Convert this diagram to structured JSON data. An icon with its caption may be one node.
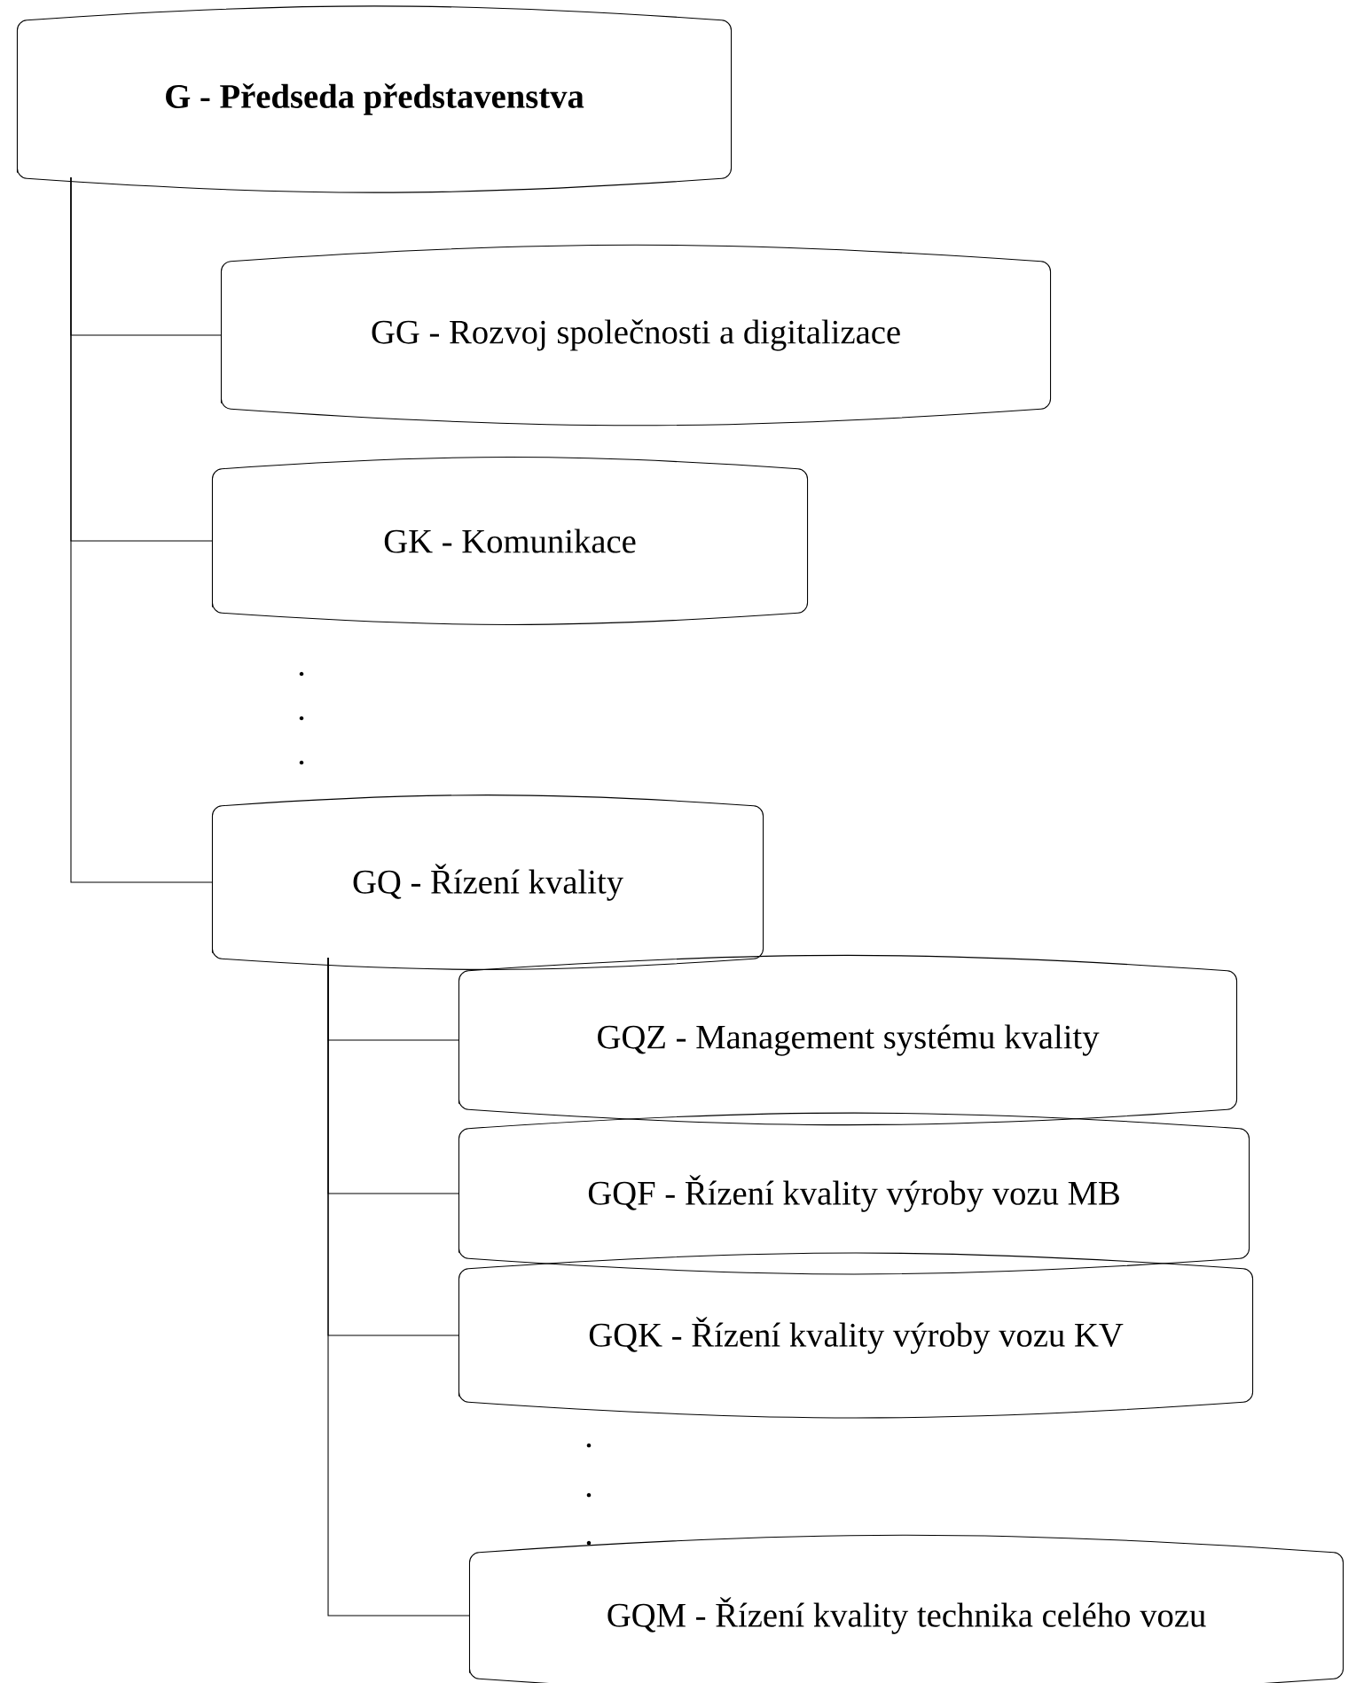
{
  "diagram": {
    "nodes": [
      {
        "text": [
          "G - Předseda představenstva"
        ]
      },
      {
        "text": [
          "GG - Rozvoj společnosti a digitalizace"
        ]
      },
      {
        "text": [
          "GK - Komunikace"
        ]
      },
      {
        "text": [
          "GQ - Řízení kvality"
        ]
      },
      {
        "text": [
          "GQZ - Management systému kvality"
        ]
      },
      {
        "text": [
          "GQF - Řízení kvality výroby vozu MB"
        ]
      },
      {
        "text": [
          "GQK - Řízení kvality výroby vozu KV"
        ]
      },
      {
        "text": [
          "GQM - Řízení kvality technika celého vozu"
        ]
      }
    ],
    "edges": [
      {
        "from": 0,
        "to": 1,
        "arrow": "none"
      },
      {
        "from": 0,
        "to": 2,
        "arrow": "none"
      },
      {
        "from": 0,
        "to": 3,
        "arrow": "none"
      },
      {
        "from": 3,
        "to": 4,
        "arrow": "none"
      },
      {
        "from": 3,
        "to": 5,
        "arrow": "none"
      },
      {
        "from": 3,
        "to": 6,
        "arrow": "none"
      },
      {
        "from": 3,
        "to": 7,
        "arrow": "none"
      }
    ],
    "labels": [
      ".",
      ".",
      ".",
      ".",
      ".",
      "."
    ]
  }
}
